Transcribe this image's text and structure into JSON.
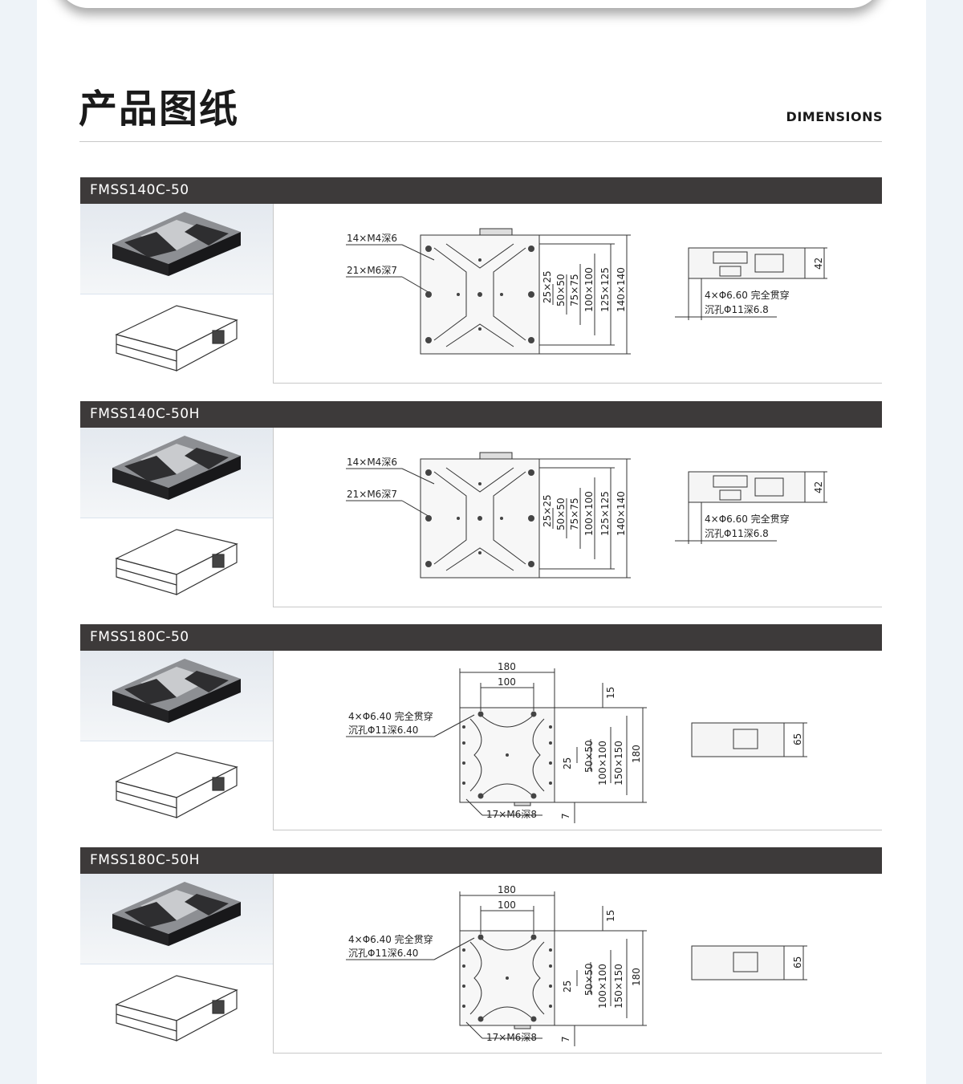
{
  "header": {
    "title": "产品图纸",
    "subtitle": "DIMENSIONS"
  },
  "products": [
    {
      "name": "FMSS140C-50",
      "top_labels": [
        "14×M4深6",
        "21×M6深7"
      ],
      "dims": [
        "25×25",
        "50×50",
        "75×75",
        "100×100",
        "125×125",
        "140×140"
      ],
      "side_height": "42",
      "side_note_1": "4×Φ6.60 完全贯穿",
      "side_note_2": "沉孔Φ11深6.8"
    },
    {
      "name": "FMSS140C-50H",
      "top_labels": [
        "14×M4深6",
        "21×M6深7"
      ],
      "dims": [
        "25×25",
        "50×50",
        "75×75",
        "100×100",
        "125×125",
        "140×140"
      ],
      "side_height": "42",
      "side_note_1": "4×Φ6.60 完全贯穿",
      "side_note_2": "沉孔Φ11深6.8"
    },
    {
      "name": "FMSS180C-50",
      "width_outer": "180",
      "width_inner": "100",
      "note_1": "4×Φ6.40 完全贯穿",
      "note_2": "沉孔Φ11深6.40",
      "bottom_label": "17×M6深8",
      "offset_top": "15",
      "offset_bottom": "7",
      "dims": [
        "25",
        "50×50",
        "100×100",
        "150×150",
        "180"
      ],
      "side_height": "65"
    },
    {
      "name": "FMSS180C-50H",
      "width_outer": "180",
      "width_inner": "100",
      "note_1": "4×Φ6.40 完全贯穿",
      "note_2": "沉孔Φ11深6.40",
      "bottom_label": "17×M6深8",
      "offset_top": "15",
      "offset_bottom": "7",
      "dims": [
        "25",
        "50×50",
        "100×100",
        "150×150",
        "180"
      ],
      "side_height": "65"
    }
  ]
}
